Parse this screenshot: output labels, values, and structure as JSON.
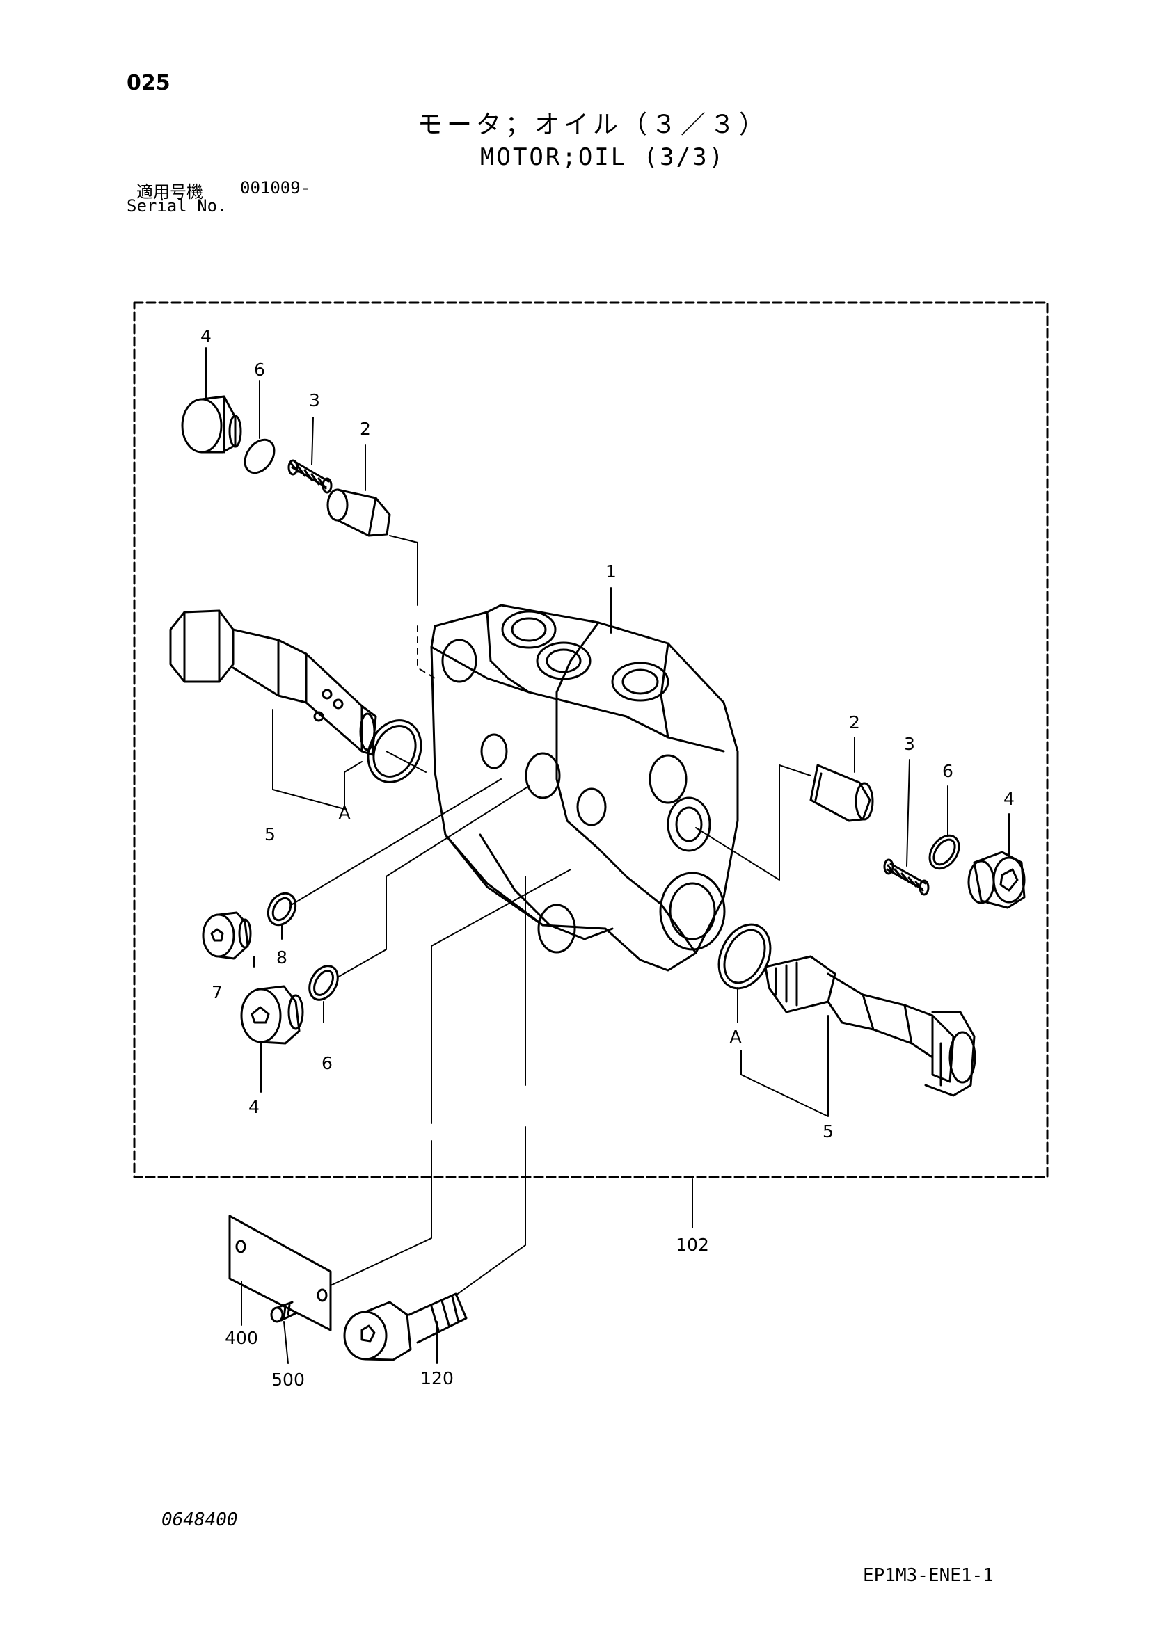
{
  "header": {
    "page_number": "025",
    "title_jp": "モータ；オイル（３／３）",
    "title_en": "MOTOR;OIL (3/3)",
    "serial_label_jp": "適用号機",
    "serial_value": "001009-",
    "serial_label_en": "Serial No."
  },
  "callouts": {
    "c1": "1",
    "c2_top": "2",
    "c2_right": "2",
    "c3_top": "3",
    "c3_right": "3",
    "c4_top": "4",
    "c4_right": "4",
    "c4_bottom": "4",
    "c5_left": "5",
    "c5_right": "5",
    "c6_top": "6",
    "c6_right": "6",
    "c6_bottom": "6",
    "c7": "7",
    "c8": "8",
    "a_left": "A",
    "a_right": "A",
    "c102": "102",
    "c120": "120",
    "c400": "400",
    "c500": "500"
  },
  "footer": {
    "drawing_number": "0648400",
    "doc_code": "EP1M3-ENE1-1"
  }
}
